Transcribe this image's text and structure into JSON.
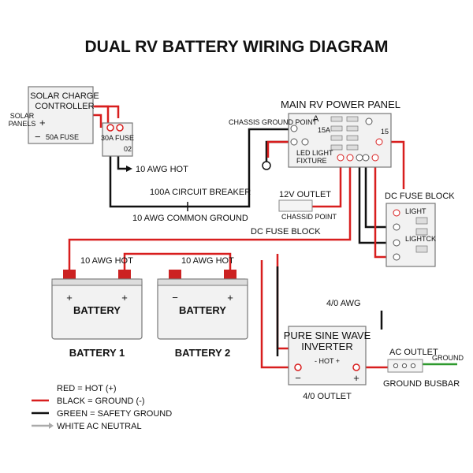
{
  "title": "DUAL RV BATTERY WIRING DIAGRAM",
  "solar": {
    "controller_line1": "SOLAR CHARGE",
    "controller_line2": "CONTROLLER",
    "panels_line1": "SOLAR",
    "panels_line2": "PANELS",
    "fuse_label": "50A FUSE",
    "fuse30": "30A FUSE",
    "fuse30_sub": "02",
    "awg_hot": "10 AWG HOT"
  },
  "main_panel": {
    "title": "MAIN RV POWER PANEL",
    "chassis_ground": "CHASSIS GROUND POINT",
    "rating_a": "A",
    "rating_15a": "15A",
    "rating_15": "15",
    "led_line1": "LED LIGHT",
    "led_line2": "FIXTURE"
  },
  "labels": {
    "circuit_breaker": "100A CIRCUIT BREAKER",
    "common_ground": "10 AWG COMMON GROUND",
    "outlet_12v": "12V OUTLET",
    "chassis_point": "CHASSID POINT",
    "dc_fuse_block_center": "DC FUSE BLOCK",
    "dc_fuse_block_right": "DC FUSE BLOCK",
    "light": "LIGHT",
    "lighter": "LIGHTCK",
    "awg_hot_1": "10 AWG HOT",
    "awg_hot_2": "10 AWG HOT",
    "awg_4_0": "4/0 AWG",
    "outlet_4_0": "4/0 OUTLET",
    "ac_outlet": "AC OUTLET",
    "ground": "GROUND",
    "ground_busbar": "GROUND BUSBAR"
  },
  "batteries": [
    {
      "name": "BATTERY",
      "caption": "BATTERY 1"
    },
    {
      "name": "BATTERY",
      "caption": "BATTERY 2"
    }
  ],
  "inverter": {
    "line1": "PURE SINE WAVE",
    "line2": "INVERTER",
    "hot": "- HOT +"
  },
  "legend": [
    {
      "text": "RED = HOT (+)",
      "color": "#d81e1e"
    },
    {
      "text": "BLACK = GROUND (-)",
      "color": "#111111"
    },
    {
      "text": "GREEN = SAFETY GROUND",
      "color": "#111111"
    },
    {
      "text": "WHITE AC NEUTRAL",
      "color": "#aaaaaa"
    }
  ],
  "symbols": {
    "plus": "+",
    "minus": "−"
  }
}
